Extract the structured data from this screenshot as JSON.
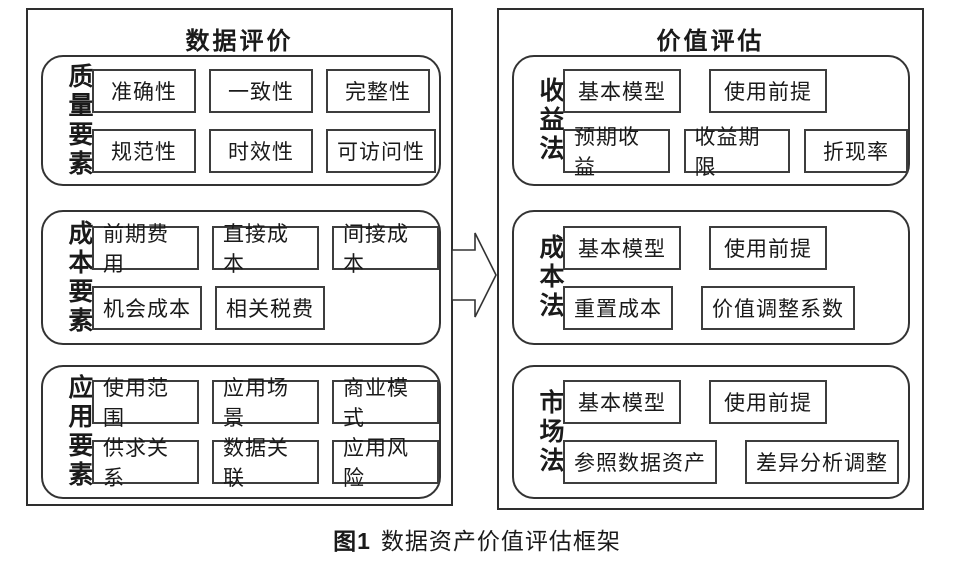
{
  "figure": {
    "caption_prefix": "图1",
    "caption_text": "数据资产价值评估框架"
  },
  "colors": {
    "border": "#333333",
    "background": "#ffffff",
    "text": "#1a1a1a"
  },
  "arrow": {
    "icon": "right-block-arrow",
    "direction": "right"
  },
  "panels": [
    {
      "title": "数据评价",
      "sections": [
        {
          "label": "质量要素",
          "rows": [
            [
              "准确性",
              "一致性",
              "完整性"
            ],
            [
              "规范性",
              "时效性",
              "可访问性"
            ]
          ]
        },
        {
          "label": "成本要素",
          "rows": [
            [
              "前期费用",
              "直接成本",
              "间接成本"
            ],
            [
              "机会成本",
              "相关税费"
            ]
          ]
        },
        {
          "label": "应用要素",
          "rows": [
            [
              "使用范围",
              "应用场景",
              "商业模式"
            ],
            [
              "供求关系",
              "数据关联",
              "应用风险"
            ]
          ]
        }
      ]
    },
    {
      "title": "价值评估",
      "sections": [
        {
          "label": "收益法",
          "rows": [
            [
              "基本模型",
              "使用前提"
            ],
            [
              "预期收益",
              "收益期限",
              "折现率"
            ]
          ]
        },
        {
          "label": "成本法",
          "rows": [
            [
              "基本模型",
              "使用前提"
            ],
            [
              "重置成本",
              "价值调整系数"
            ]
          ]
        },
        {
          "label": "市场法",
          "rows": [
            [
              "基本模型",
              "使用前提"
            ],
            [
              "参照数据资产",
              "差异分析调整"
            ]
          ]
        }
      ]
    }
  ]
}
